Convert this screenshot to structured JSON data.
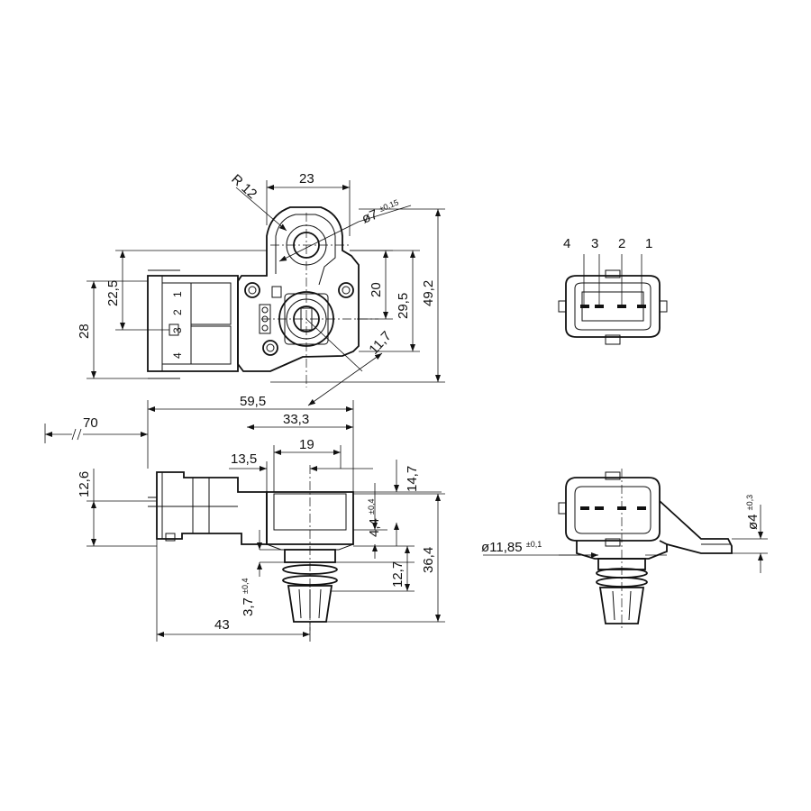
{
  "colors": {
    "ink": "#111111",
    "background": "#ffffff"
  },
  "top_view": {
    "radius_label": "R 12",
    "width_top": "23",
    "hole_diameter": "ø7",
    "hole_tolerance": "±0,15",
    "height_22_5": "22,5",
    "height_28": "28",
    "height_20": "20",
    "height_29_5": "29,5",
    "height_49_2": "49,2",
    "angle_dim": "11,7",
    "connector_pins_label": [
      "4",
      "3",
      "2",
      "1"
    ]
  },
  "front_connector": {
    "pin_labels": [
      "4",
      "3",
      "2",
      "1"
    ]
  },
  "side_view": {
    "len_59_5": "59,5",
    "len_70": "70",
    "len_33_3": "33,3",
    "len_19": "19",
    "len_13_5": "13,5",
    "height_12_6": "12,6",
    "height_14_7": "14,7",
    "height_4_4": "4,4",
    "height_4_4_tol": "±0,4",
    "height_12_7": "12,7",
    "height_36_4": "36,4",
    "height_3_7": "3,7",
    "height_3_7_tol": "±0,4",
    "len_43": "43"
  },
  "end_view": {
    "diameter": "ø11,85",
    "diameter_tol": "±0,1",
    "bracket": "ø4",
    "bracket_tol": "±0,3"
  }
}
